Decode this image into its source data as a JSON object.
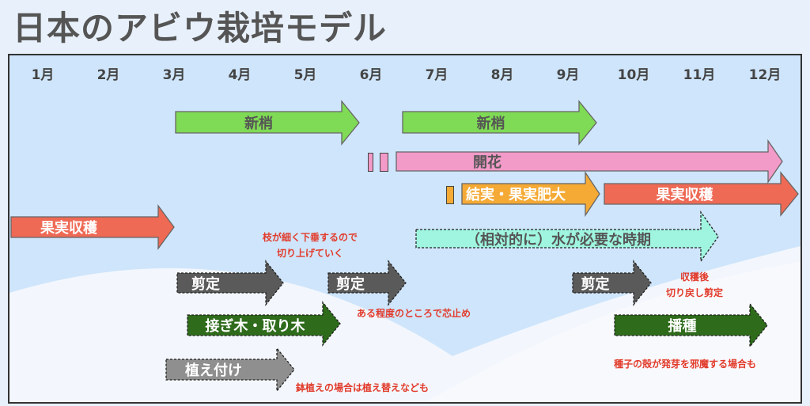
{
  "title": "日本のアビウ栽培モデル",
  "months": [
    "1月",
    "2月",
    "3月",
    "4月",
    "5月",
    "6月",
    "7月",
    "8月",
    "9月",
    "10月",
    "11月",
    "12月"
  ],
  "arrows": [
    {
      "id": "shinsho-1",
      "label": "新梢",
      "color": "#7fda55",
      "text": "#555555",
      "dashed": false
    },
    {
      "id": "shinsho-2",
      "label": "新梢",
      "color": "#7fda55",
      "text": "#555555",
      "dashed": false
    },
    {
      "id": "kaika",
      "label": "開花",
      "color": "#f29ac8",
      "text": "#555555",
      "dashed": false
    },
    {
      "id": "ketsujitsu",
      "label": "結実・果実肥大",
      "color": "#f5aa35",
      "text": "#ffffff",
      "dashed": false
    },
    {
      "id": "shukaku-late",
      "label": "果実収穫",
      "color": "#ee6a55",
      "text": "#ffffff",
      "dashed": false
    },
    {
      "id": "shukaku-early",
      "label": "果実収穫",
      "color": "#ee6a55",
      "text": "#ffffff",
      "dashed": false
    },
    {
      "id": "water",
      "label": "（相対的に）水が必要な時期",
      "color": "#9ff5df",
      "text": "#555555",
      "dashed": true
    },
    {
      "id": "sentei-1",
      "label": "剪定",
      "color": "#5a5a5a",
      "text": "#ffffff",
      "dashed": true
    },
    {
      "id": "sentei-2",
      "label": "剪定",
      "color": "#5a5a5a",
      "text": "#ffffff",
      "dashed": true
    },
    {
      "id": "sentei-3",
      "label": "剪定",
      "color": "#5a5a5a",
      "text": "#ffffff",
      "dashed": true
    },
    {
      "id": "tsugiki",
      "label": "接ぎ木・取り木",
      "color": "#2e6b1b",
      "text": "#ffffff",
      "dashed": true
    },
    {
      "id": "uetsuke",
      "label": "植え付け",
      "color": "#8f8f8f",
      "text": "#ffffff",
      "dashed": true
    },
    {
      "id": "hashu",
      "label": "播種",
      "color": "#2e6b1b",
      "text": "#ffffff",
      "dashed": true
    }
  ],
  "notes": {
    "branch": "枝が細く下垂するので\n切り上げていく",
    "core": "ある程度のところで芯止め",
    "post_harvest": "収穫後\n切り戻し剪定",
    "pot": "鉢植えの場合は植え替えなども",
    "seed": "種子の殻が発芽を邪魔する場合も"
  }
}
